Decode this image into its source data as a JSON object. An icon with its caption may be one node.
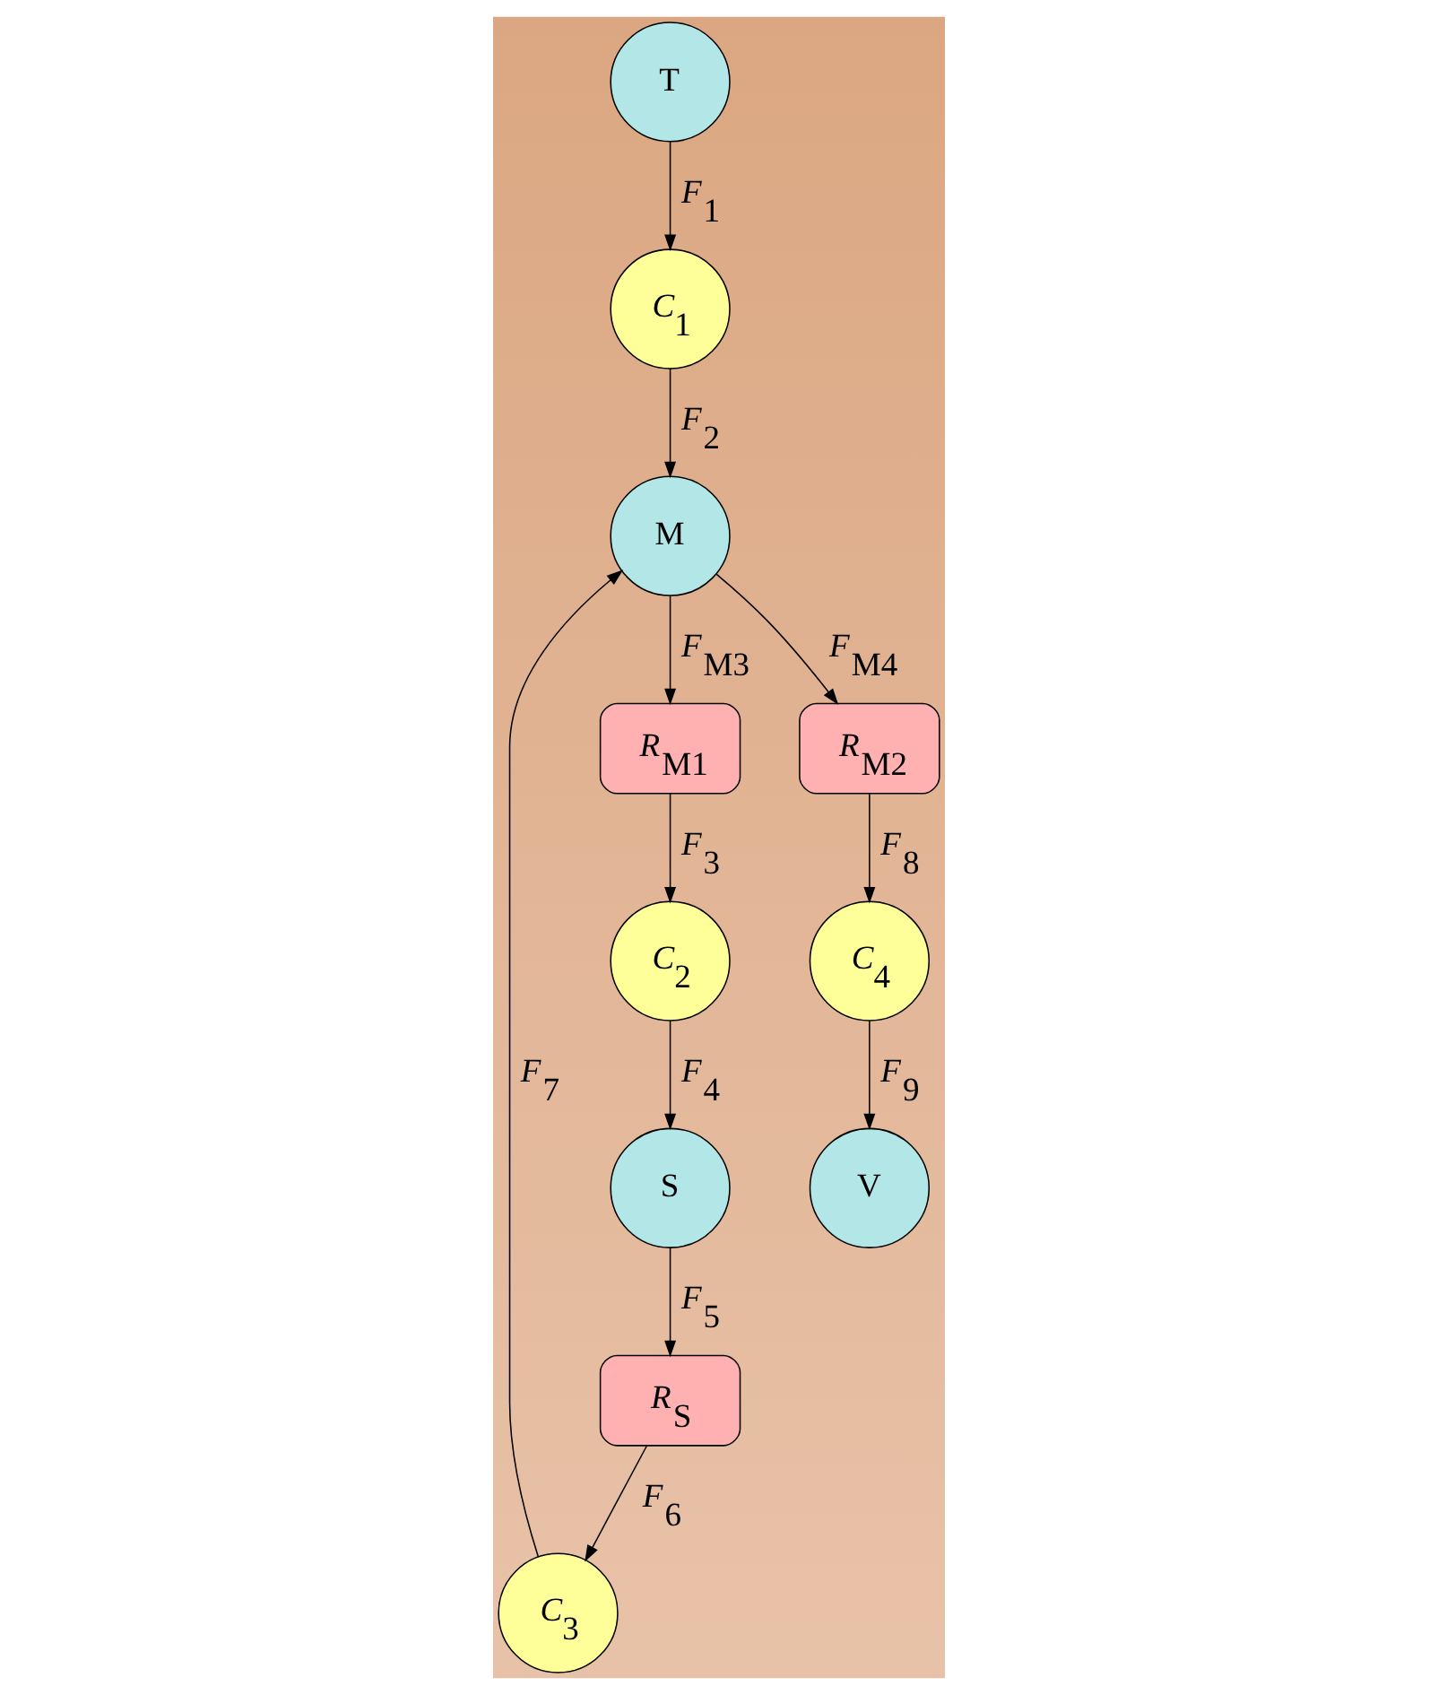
{
  "diagram": {
    "nodes": [
      {
        "text": [
          "T"
        ]
      },
      {
        "text": [
          "S"
        ]
      },
      {
        "text": [
          "V"
        ]
      },
      {
        "text": [
          "*C*$_{1}$"
        ]
      },
      {
        "text": [
          "*C*$_{2}$"
        ]
      },
      {
        "text": [
          "*R*$_{S}$"
        ]
      },
      {
        "text": [
          "*C*$_{4}$"
        ]
      },
      {
        "text": [
          "*C*$_{3}$"
        ]
      },
      {
        "text": [
          "*R*$_{M1}$"
        ]
      },
      {
        "text": [
          "*R*$_{M2}$"
        ]
      },
      {
        "text": [
          "M"
        ]
      }
    ],
    "edges": [
      {
        "from": 0,
        "to": 3,
        "arrow": "to",
        "label": "*F*$_{1}$"
      },
      {
        "from": 3,
        "to": 10,
        "arrow": "to",
        "label": "*F*$_{2}$"
      },
      {
        "from": 8,
        "to": 4,
        "arrow": "to",
        "label": "*F*$_{3}$"
      },
      {
        "from": 4,
        "to": 1,
        "arrow": "to",
        "label": "*F*$_{4}$"
      },
      {
        "from": 1,
        "to": 5,
        "arrow": "to",
        "label": "*F*$_{5}$"
      },
      {
        "from": 5,
        "to": 7,
        "arrow": "to",
        "label": "*F*$_{6}$"
      },
      {
        "from": 7,
        "to": 10,
        "arrow": "to",
        "label": "*F*$_{7}$"
      },
      {
        "from": 9,
        "to": 6,
        "arrow": "to",
        "label": "*F*$_{8}$"
      },
      {
        "from": 6,
        "to": 2,
        "arrow": "to",
        "label": "*F*$_{9}$"
      },
      {
        "from": 10,
        "to": 8,
        "arrow": "to",
        "label": "*F*$_{M3}$"
      },
      {
        "from": 10,
        "to": 9,
        "arrow": "to",
        "label": "*F*$_{M4}$"
      }
    ]
  }
}
